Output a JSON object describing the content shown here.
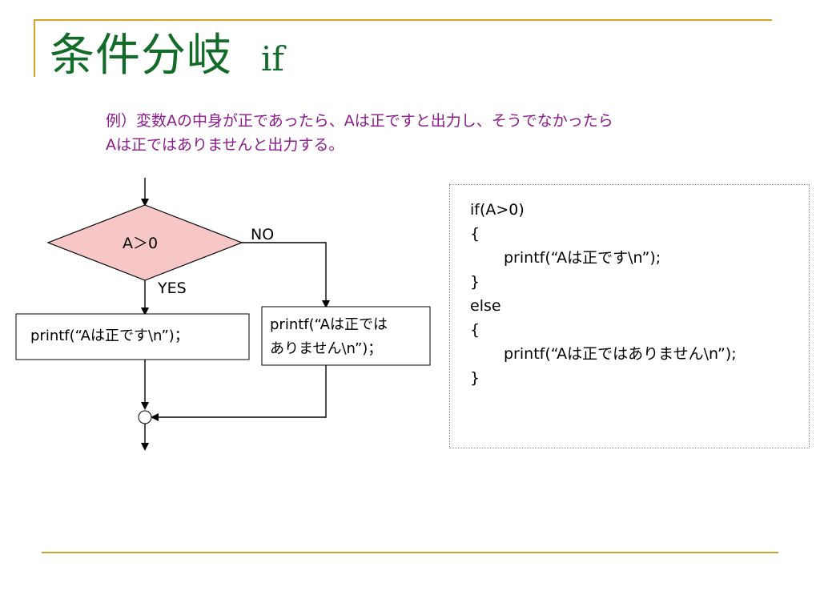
{
  "title": {
    "main": "条件分岐",
    "keyword": "if"
  },
  "example": {
    "line1": "例）変数Aの中身が正であったら、Aは正ですと出力し、そうでなかったら",
    "line2": "Aは正ではありませんと出力する。"
  },
  "flowchart": {
    "condition": "A＞0",
    "no_label": "NO",
    "yes_label": "YES",
    "yes_box": "printf(“Aは正です\\n”)；",
    "no_box_line1": "printf(“Aは正では",
    "no_box_line2": "ありません\\n”)；"
  },
  "code": {
    "lines": [
      "if(A>0)",
      "{",
      "printf(“Aは正です\\n”);",
      "}",
      "else",
      "{",
      "printf(“Aは正ではありません\\n”);",
      "}"
    ]
  },
  "colors": {
    "title": "#136b2a",
    "accent_rule": "#d6a12a",
    "example_text": "#8b1a8b",
    "diamond_fill": "#f7c6c6"
  }
}
